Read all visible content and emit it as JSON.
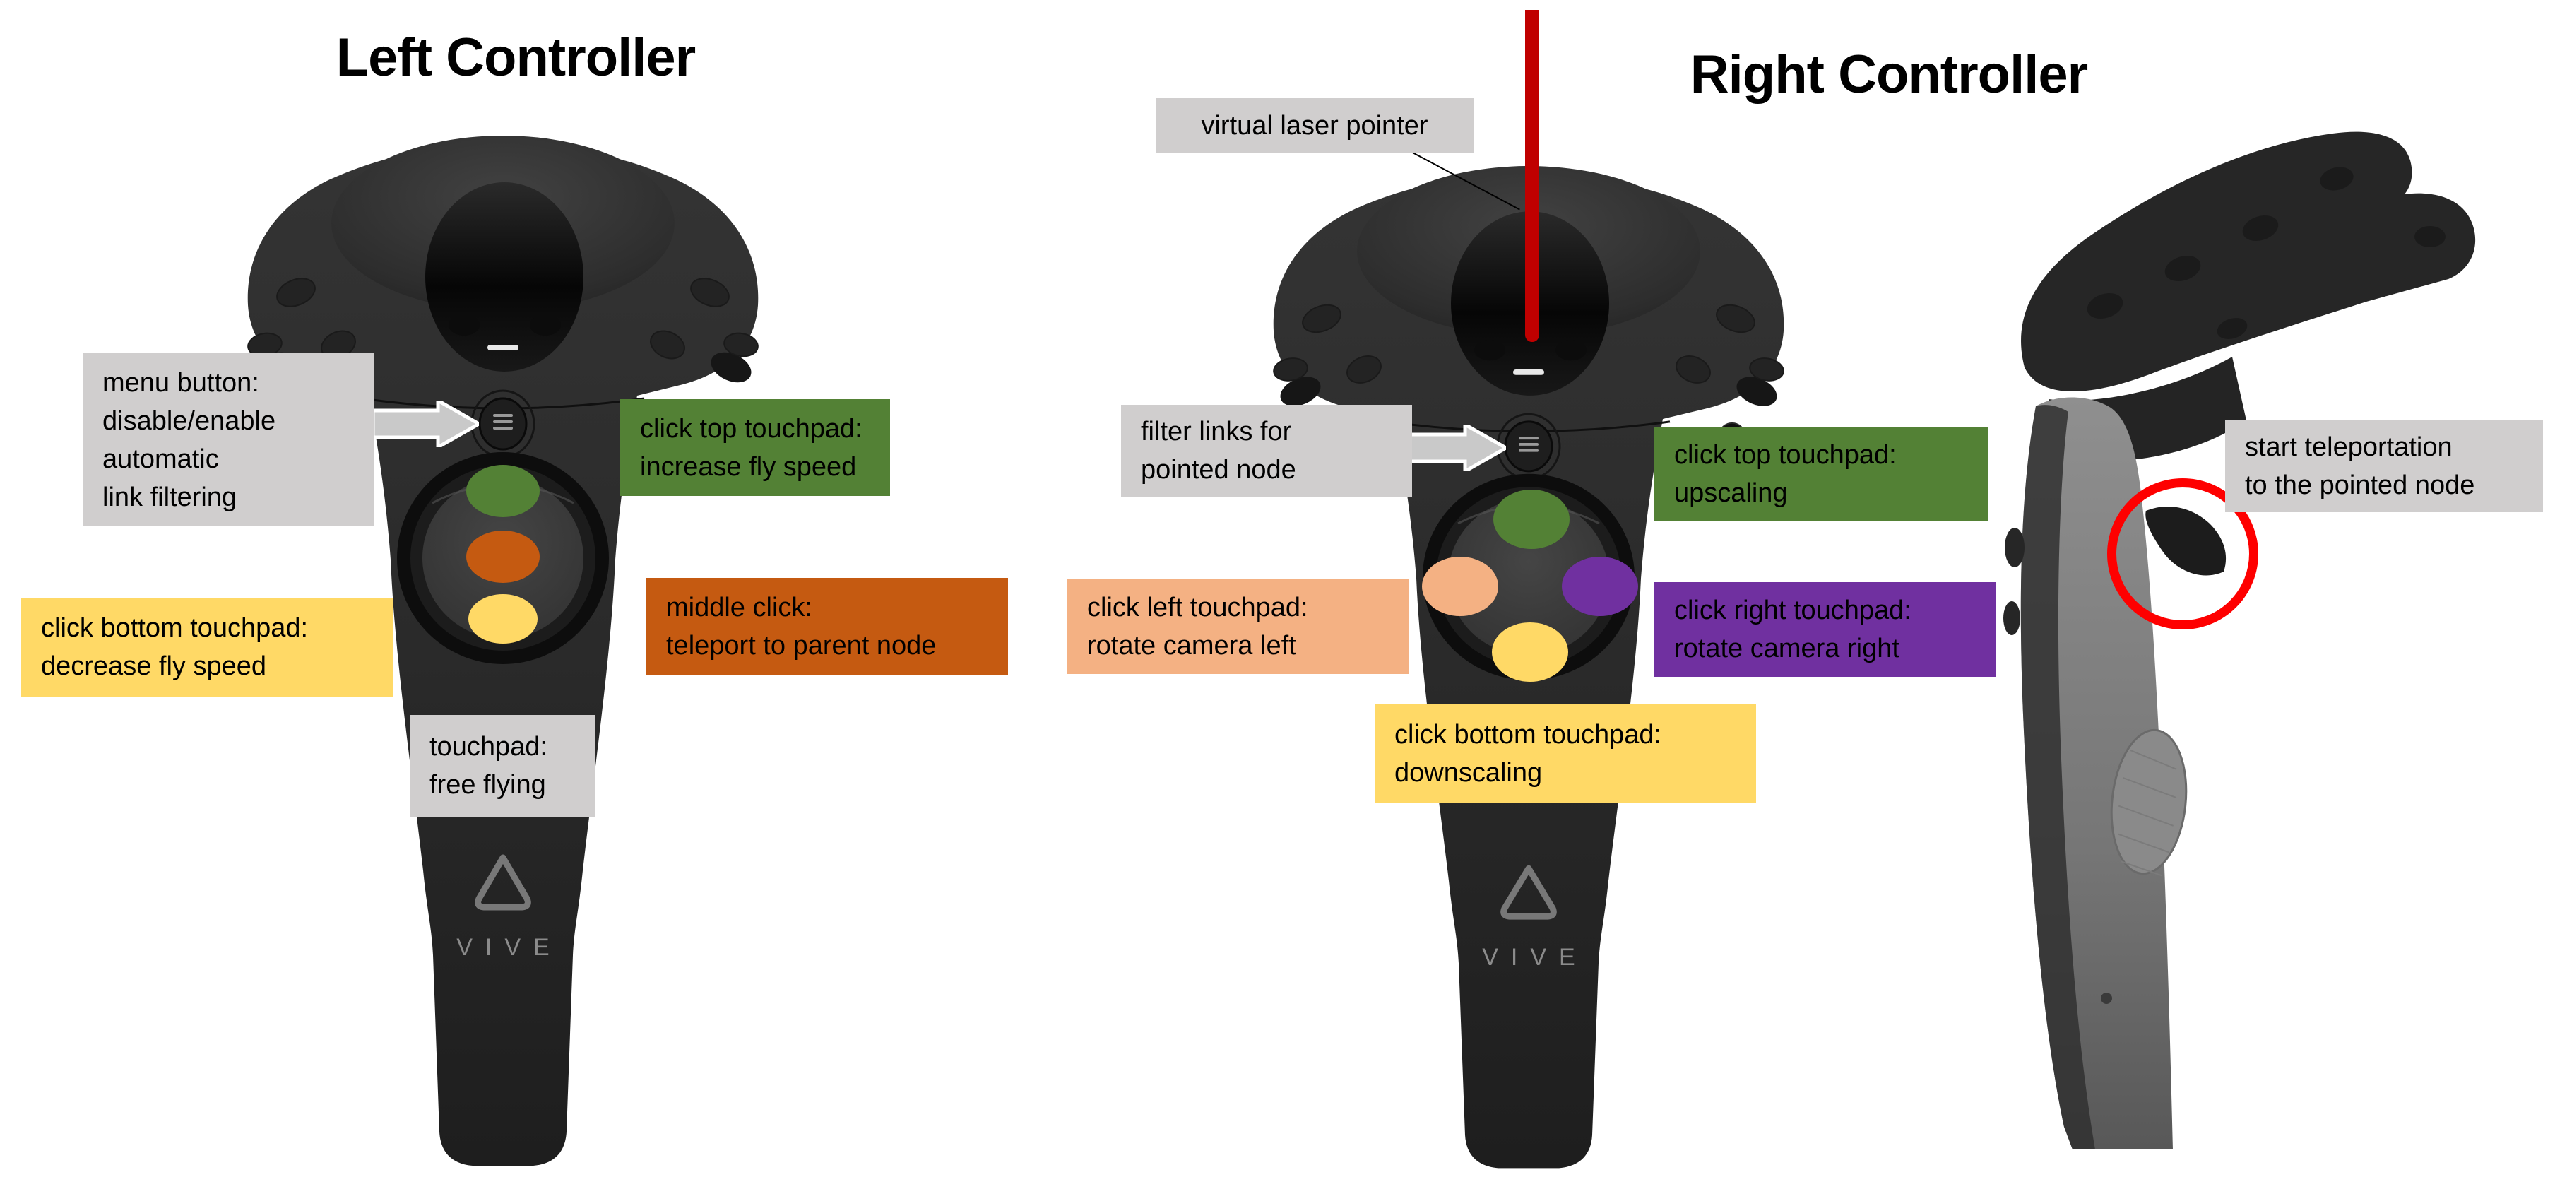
{
  "titles": {
    "left": "Left Controller",
    "right": "Right Controller"
  },
  "brand": {
    "logo_text": "VIVE"
  },
  "colors": {
    "gray_label": "#d0cece",
    "green": "#538135",
    "orange": "#c55a11",
    "yellow": "#ffd966",
    "peach": "#f4b183",
    "purple": "#7030a0",
    "laser_red": "#c00000",
    "circle_red": "#fe0000",
    "arrow_gray": "#c9c9c9",
    "label_text": "#000000"
  },
  "icons": {
    "menu_pointer": "right-arrow",
    "menu_button_glyph": "hamburger-menu",
    "brand_logo": "vive-triangle",
    "laser": "laser-beam-line",
    "trigger_highlight": "red-circle-outline"
  },
  "left_labels": {
    "menu": {
      "lines": [
        "menu button:",
        "disable/enable",
        "automatic",
        "link filtering"
      ]
    },
    "top_touchpad": {
      "lines": [
        "click top touchpad:",
        "increase fly speed"
      ]
    },
    "middle_click": {
      "lines": [
        "middle click:",
        "teleport to parent node"
      ]
    },
    "bottom_touchpad": {
      "lines": [
        "click bottom touchpad:",
        "decrease fly speed"
      ]
    },
    "touchpad": {
      "lines": [
        "touchpad:",
        "free flying"
      ]
    }
  },
  "right_labels": {
    "laser": {
      "lines": [
        "virtual laser pointer"
      ]
    },
    "filter": {
      "lines": [
        "filter links for",
        "pointed node"
      ]
    },
    "top_touchpad": {
      "lines": [
        "click top touchpad:",
        "upscaling"
      ]
    },
    "left_touchpad": {
      "lines": [
        "click left touchpad:",
        "rotate camera left"
      ]
    },
    "right_touchpad": {
      "lines": [
        "click right touchpad:",
        "rotate camera right"
      ]
    },
    "bottom_touchpad": {
      "lines": [
        "click bottom touchpad:",
        "downscaling"
      ]
    }
  },
  "side_labels": {
    "teleport": {
      "lines": [
        "start teleportation",
        "to the pointed node"
      ]
    }
  },
  "touchpad_dots": {
    "left": [
      "green",
      "orange",
      "yellow"
    ],
    "right": [
      "green",
      "peach",
      "purple",
      "yellow"
    ]
  }
}
